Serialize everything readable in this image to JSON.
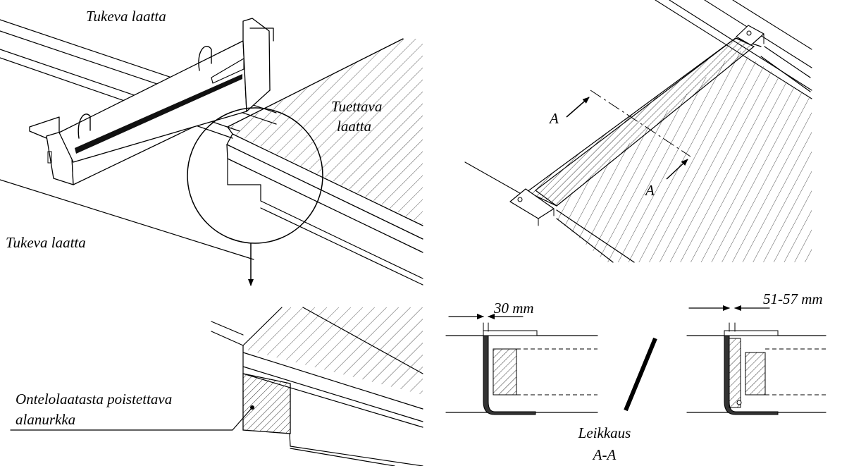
{
  "labels": {
    "supporting_slab_top": "Tukeva laatta",
    "supporting_slab_left": "Tukeva laatta",
    "supported_slab_line1": "Tuettava",
    "supported_slab_line2": "laatta",
    "section_marker_a_top": "A",
    "section_marker_a_bottom": "A",
    "remove_corner_line1": "Ontelolaatasta poistettava",
    "remove_corner_line2": "alanurkka",
    "dim_left": "30 mm",
    "dim_right": "51-57 mm",
    "section_caption_line1": "Leikkaus",
    "section_caption_line2": "A-A"
  }
}
